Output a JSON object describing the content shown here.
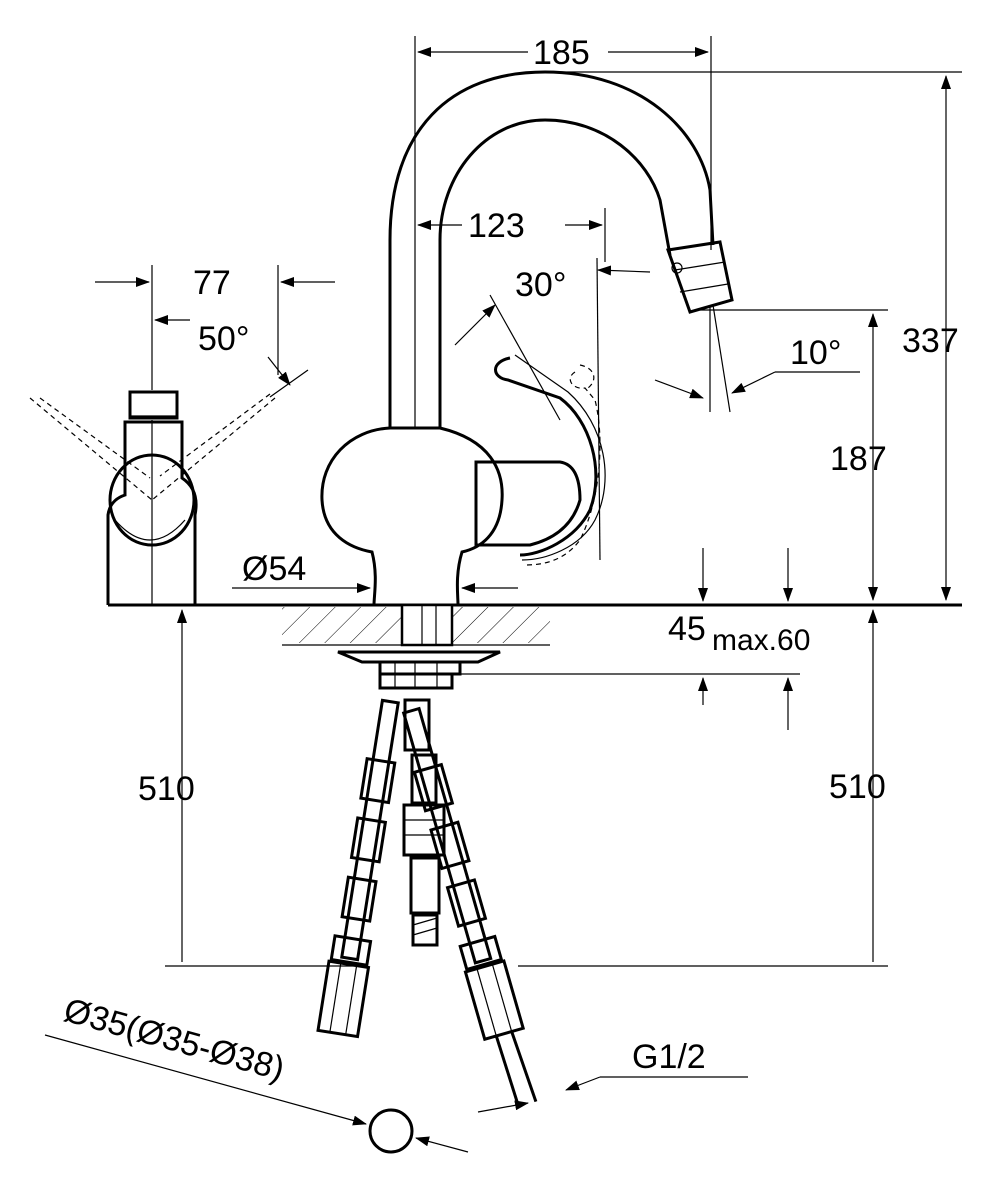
{
  "dimensions": {
    "spout_reach": "185",
    "height_total": "337",
    "lever_offset_side": "77",
    "lever_angle_side": "50°",
    "spout_inner_reach": "123",
    "lever_angle_front": "30°",
    "spout_tilt_angle": "10°",
    "spout_outlet_height": "187",
    "base_diameter": "Ø54",
    "deck_thickness": "45",
    "deck_thickness_max": "max.60",
    "hose_length_left": "510",
    "hose_length_right": "510",
    "hole_diameter": "Ø35(Ø35-Ø38)",
    "thread_size": "G1/2"
  }
}
